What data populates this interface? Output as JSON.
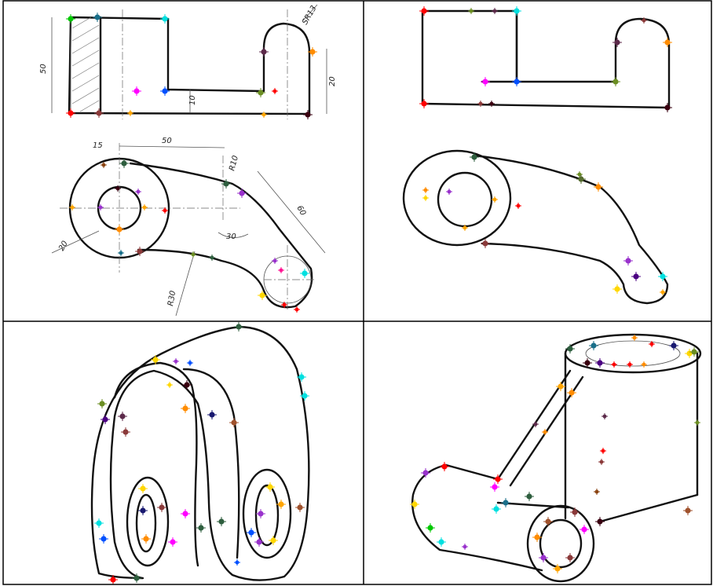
{
  "figure": {
    "panels": [
      {
        "id": "top-left",
        "description": "dimensioned sketch"
      },
      {
        "id": "top-right",
        "description": "clean front and top views"
      },
      {
        "id": "bottom-left",
        "description": "traced top view"
      },
      {
        "id": "bottom-right",
        "description": "isometric sketch"
      }
    ],
    "dimension_labels": {
      "height_50": "50",
      "sr13": "SR13",
      "d20_right": "20",
      "d10_step": "10",
      "top_50": "50",
      "d15": "15",
      "r10_top": "R10",
      "d60": "60",
      "d30": "30",
      "d20_left": "20",
      "r30": "R30"
    },
    "marker_colors": [
      "#00c800",
      "#1a6f8a",
      "#00e0e0",
      "#ff0000",
      "#8b3a3a",
      "#ffa500",
      "#ff00ff",
      "#0050ff",
      "#6b8e23",
      "#5c2a4a",
      "#ff8c00",
      "#3a0010",
      "#2e5e3e",
      "#9932cc",
      "#ff1493",
      "#8b4513",
      "#00ced1",
      "#228b22",
      "#ffd700",
      "#556b2f",
      "#4b0082",
      "#191970",
      "#a0522d",
      "#20b2aa"
    ]
  }
}
